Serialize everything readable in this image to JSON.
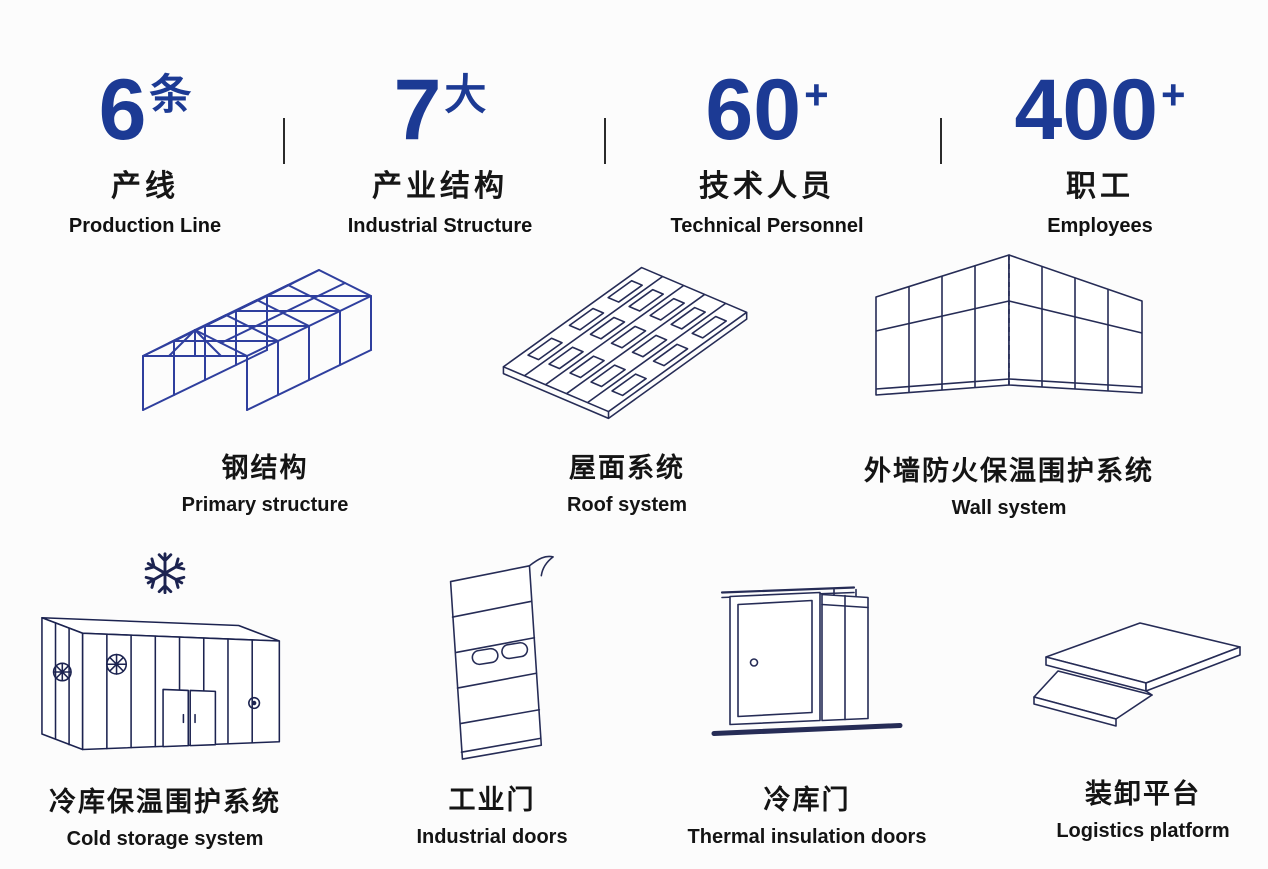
{
  "stats": [
    {
      "number": "6",
      "unit": "条",
      "zh": "产线",
      "en": "Production Line"
    },
    {
      "number": "7",
      "unit": "大",
      "zh": "产业结构",
      "en": "Industrial Structure"
    },
    {
      "number": "60",
      "unit": "+",
      "zh": "技术人员",
      "en": "Technical Personnel"
    },
    {
      "number": "400",
      "unit": "+",
      "zh": "职工",
      "en": "Employees"
    }
  ],
  "products": [
    {
      "zh": "钢结构",
      "en": "Primary structure",
      "icon": "steel-structure-icon"
    },
    {
      "zh": "屋面系统",
      "en": "Roof system",
      "icon": "roof-system-icon"
    },
    {
      "zh": "外墙防火保温围护系统",
      "en": "Wall system",
      "icon": "wall-system-icon"
    },
    {
      "zh": "冷库保温围护系统",
      "en": "Cold storage system",
      "icon": "cold-storage-icon"
    },
    {
      "zh": "工业门",
      "en": "Industrial doors",
      "icon": "industrial-door-icon"
    },
    {
      "zh": "冷库门",
      "en": "Thermal insulation doors",
      "icon": "thermal-door-icon"
    },
    {
      "zh": "装卸平台",
      "en": "Logistics platform",
      "icon": "logistics-platform-icon"
    }
  ],
  "colors": {
    "accent_blue": "#1c3a94",
    "steel_blue": "#2f3f9e",
    "line_navy": "#262c56",
    "text": "#151515",
    "background": "#fcfcfc"
  }
}
